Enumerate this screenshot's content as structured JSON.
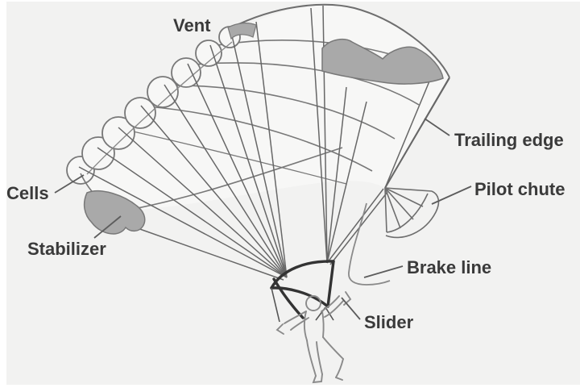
{
  "diagram": {
    "depicts": "Parachute (ram-air canopy) with labeled parts and skydiver",
    "labels": [
      {
        "id": "vent",
        "text": "Vent"
      },
      {
        "id": "cells",
        "text": "Cells"
      },
      {
        "id": "stabilizer",
        "text": "Stabilizer"
      },
      {
        "id": "trailing-edge",
        "text": "Trailing edge"
      },
      {
        "id": "pilot-chute",
        "text": "Pilot chute"
      },
      {
        "id": "brake-line",
        "text": "Brake line"
      },
      {
        "id": "slider",
        "text": "Slider"
      }
    ],
    "colors": {
      "panel_background": "#f2f2f1",
      "canopy_fill": "#f7f7f6",
      "line": "#6e6e6e",
      "shading_gray": "#a9a9a9",
      "bold_line": "#333333",
      "label_text": "#3a3a3a"
    }
  }
}
